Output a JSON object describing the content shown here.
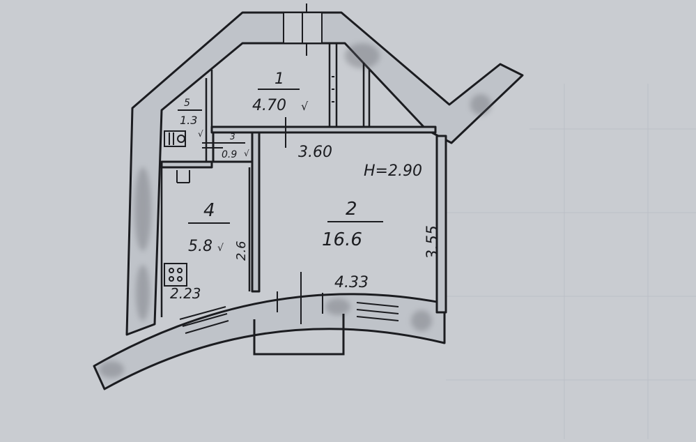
{
  "plan": {
    "rooms": [
      {
        "number": "1",
        "area": "4.70"
      },
      {
        "number": "2",
        "area": "16.6"
      },
      {
        "number": "3",
        "area": "0.9"
      },
      {
        "number": "4",
        "area": "5.8"
      },
      {
        "number": "5",
        "area": "1.3"
      }
    ],
    "dimensions": {
      "room2_top_width": "3.60",
      "room2_bottom_width": "4.33",
      "room2_right_depth": "3.55",
      "room4_depth": "2.6",
      "room4_bottom_width": "2.23"
    },
    "ceiling_height": "H=2.90",
    "checkmark": "√"
  },
  "colors": {
    "paper": "#c9ccd1",
    "wall_fill": "#bfc3c9",
    "ink": "#1b1c20",
    "smudge": "#5e6168"
  }
}
